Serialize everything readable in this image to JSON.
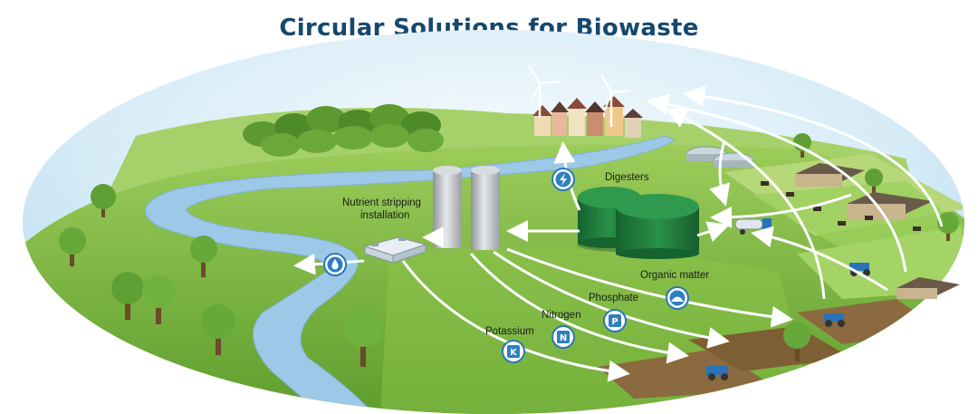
{
  "title": "Circular Solutions for Biowaste",
  "labels": {
    "nutrient_stripping_line1": "Nutrient stripping",
    "nutrient_stripping_line2": "installation",
    "digesters": "Digesters",
    "organic_matter": "Organic matter",
    "phosphate": "Phosphate",
    "nitrogen": "Nitrogen",
    "potassium": "Potassium"
  },
  "badges": {
    "phosphate": "P",
    "nitrogen": "N",
    "potassium": "K"
  },
  "icons": [
    "wind-turbine-icon",
    "lightning-icon",
    "water-drop-icon",
    "organic-matter-icon",
    "phosphate-icon",
    "nitrogen-icon",
    "potassium-icon",
    "tractor-icon",
    "tanker-truck-icon",
    "cow-icon",
    "tree-icon"
  ],
  "colors": {
    "title": "#16486e",
    "grass": "#7bb342",
    "sky": "#d6ecf7",
    "river": "#9cc7e6",
    "digester": "#1f7a3c",
    "badge_stroke": "#2a78b4",
    "badge_fill": "#2f7fc0"
  }
}
